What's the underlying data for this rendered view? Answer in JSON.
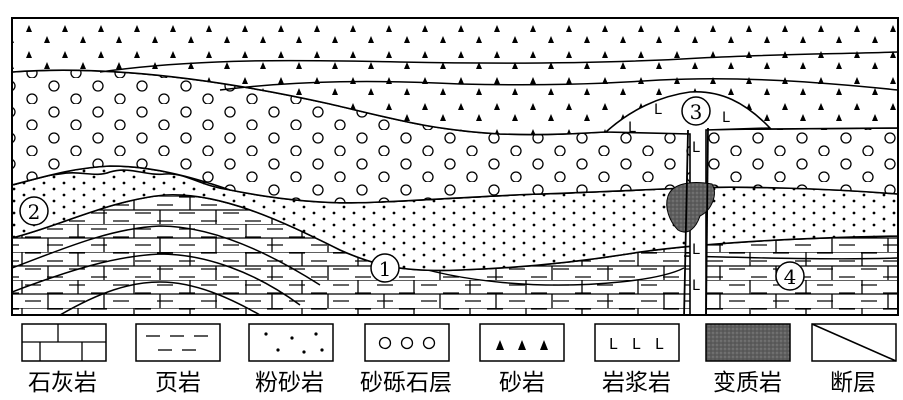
{
  "diagram": {
    "markers": [
      {
        "id": "1",
        "text": "①"
      },
      {
        "id": "2",
        "text": "②"
      },
      {
        "id": "3",
        "text": "③"
      },
      {
        "id": "4",
        "text": "④"
      }
    ],
    "legend": [
      {
        "symbol": "limestone",
        "label": "石灰岩"
      },
      {
        "symbol": "shale",
        "label": "页岩"
      },
      {
        "symbol": "siltstone",
        "label": "粉砂岩"
      },
      {
        "symbol": "conglomerate",
        "label": "砂砾石层"
      },
      {
        "symbol": "sandstone",
        "label": "砂岩"
      },
      {
        "symbol": "igneous",
        "label": "岩浆岩"
      },
      {
        "symbol": "metamorphic",
        "label": "变质岩"
      },
      {
        "symbol": "fault",
        "label": "断层"
      }
    ],
    "igneous_mark": "L",
    "colors": {
      "line": "#000000",
      "metamorphic": "#6a6a6a",
      "background": "#ffffff"
    }
  }
}
